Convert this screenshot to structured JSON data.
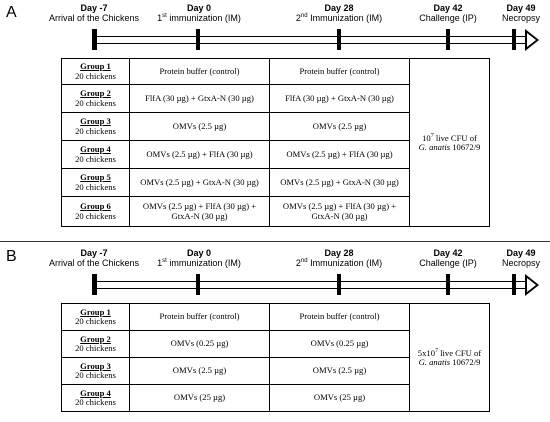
{
  "panelA": {
    "letter": "A",
    "timeline": [
      {
        "day": "Day -7",
        "desc": "Arrival of the Chickens"
      },
      {
        "day": "Day 0",
        "desc_pre": "1",
        "desc_sup": "st",
        "desc_post": " immunization (IM)"
      },
      {
        "day": "Day 28",
        "desc_pre": "2",
        "desc_sup": "nd",
        "desc_post": " Immunization (IM)"
      },
      {
        "day": "Day 42",
        "desc": "Challenge (IP)"
      },
      {
        "day": "Day 49",
        "desc": "Necropsy"
      }
    ],
    "groups": [
      {
        "name": "Group 1",
        "count": "20 chickens",
        "first": "Protein buffer (control)",
        "second": "Protein buffer (control)"
      },
      {
        "name": "Group 2",
        "count": "20 chickens",
        "first": "FlfA (30 µg) + GtxA-N (30 µg)",
        "second": "FlfA (30 µg) + GtxA-N (30 µg)"
      },
      {
        "name": "Group 3",
        "count": "20 chickens",
        "first": "OMVs (2.5 µg)",
        "second": "OMVs (2.5 µg)"
      },
      {
        "name": "Group 4",
        "count": "20 chickens",
        "first": "OMVs (2.5 µg) + FlfA (30 µg)",
        "second": "OMVs (2.5 µg) + FlfA (30 µg)"
      },
      {
        "name": "Group 5",
        "count": "20 chickens",
        "first": "OMVs (2.5 µg) + GtxA-N (30 µg)",
        "second": "OMVs (2.5 µg) + GtxA-N (30 µg)"
      },
      {
        "name": "Group 6",
        "count": "20 chickens",
        "first_l1": "OMVs (2.5 µg) + FlfA (30 µg) +",
        "first_l2": "GtxA-N (30 µg)",
        "second_l1": "OMVs (2.5 µg) + FlfA (30 µg) +",
        "second_l2": "GtxA-N (30 µg)"
      }
    ],
    "challenge": {
      "pre": "10",
      "sup": "7",
      "post": " live CFU of",
      "species": "G. anatis",
      "strain": " 10672/9"
    }
  },
  "panelB": {
    "letter": "B",
    "timeline": [
      {
        "day": "Day -7",
        "desc": "Arrival of the Chickens"
      },
      {
        "day": "Day 0",
        "desc_pre": "1",
        "desc_sup": "st",
        "desc_post": " immunization (IM)"
      },
      {
        "day": "Day 28",
        "desc_pre": "2",
        "desc_sup": "nd",
        "desc_post": " Immunization (IM)"
      },
      {
        "day": "Day 42",
        "desc": "Challenge (IP)"
      },
      {
        "day": "Day 49",
        "desc": "Necropsy"
      }
    ],
    "groups": [
      {
        "name": "Group 1",
        "count": "20 chickens",
        "first": "Protein buffer (control)",
        "second": "Protein buffer (control)"
      },
      {
        "name": "Group 2",
        "count": "20 chickens",
        "first": "OMVs (0.25 µg)",
        "second": "OMVs (0.25 µg)"
      },
      {
        "name": "Group 3",
        "count": "20 chickens",
        "first": "OMVs (2.5 µg)",
        "second": "OMVs (2.5 µg)"
      },
      {
        "name": "Group 4",
        "count": "20 chickens",
        "first": "OMVs (25 µg)",
        "second": "OMVs (25 µg)"
      }
    ],
    "challenge": {
      "pre": "5x10",
      "sup": "7",
      "post": " live CFU of",
      "species": "G. anatis",
      "strain": " 10672/9"
    }
  }
}
